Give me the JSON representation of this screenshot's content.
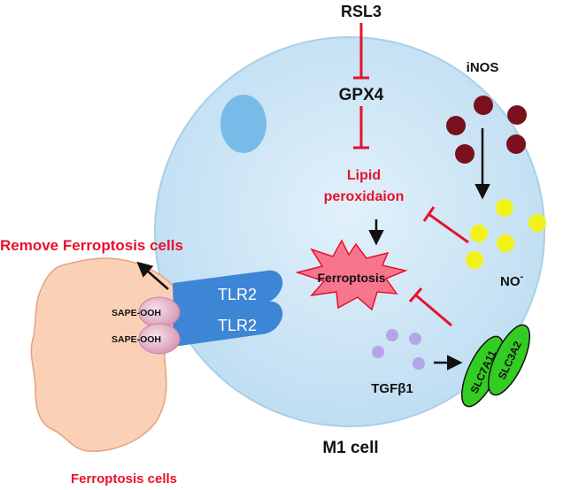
{
  "labels": {
    "rsl3": "RSL3",
    "gpx4": "GPX4",
    "inos": "iNOS",
    "lipid_line1": "Lipid",
    "lipid_line2": "peroxidaion",
    "ferroptosis": "Ferroptosis",
    "no_base": "NO",
    "no_sup": "-",
    "tgfb1": "TGFβ1",
    "slc3a2": "SLC3A2",
    "slc7a11": "SLC7A11",
    "tlr2_top": "TLR2",
    "tlr2_bottom": "TLR2",
    "sape_top": "SAPE-OOH",
    "sape_bottom": "SAPE-OOH",
    "remove": "Remove Ferroptosis  cells",
    "ferroptosis_cells": "Ferroptosis cells",
    "m1_cell": "M1 cell"
  },
  "colors": {
    "cell_fill": "#cfe6f5",
    "nucleus": "#78bbe8",
    "inos_dots": "#7a0f1e",
    "no_dots": "#f2f21a",
    "tgfb1_dots": "#b3a6e6",
    "slc_green": "#33cc22",
    "tlr2_blue": "#3d86d6",
    "sape_pink": "#e8b6cc",
    "ferro_cell": "#fad1b6",
    "ferro_star": "#f7768e",
    "inhibit_red": "#e8112d"
  }
}
